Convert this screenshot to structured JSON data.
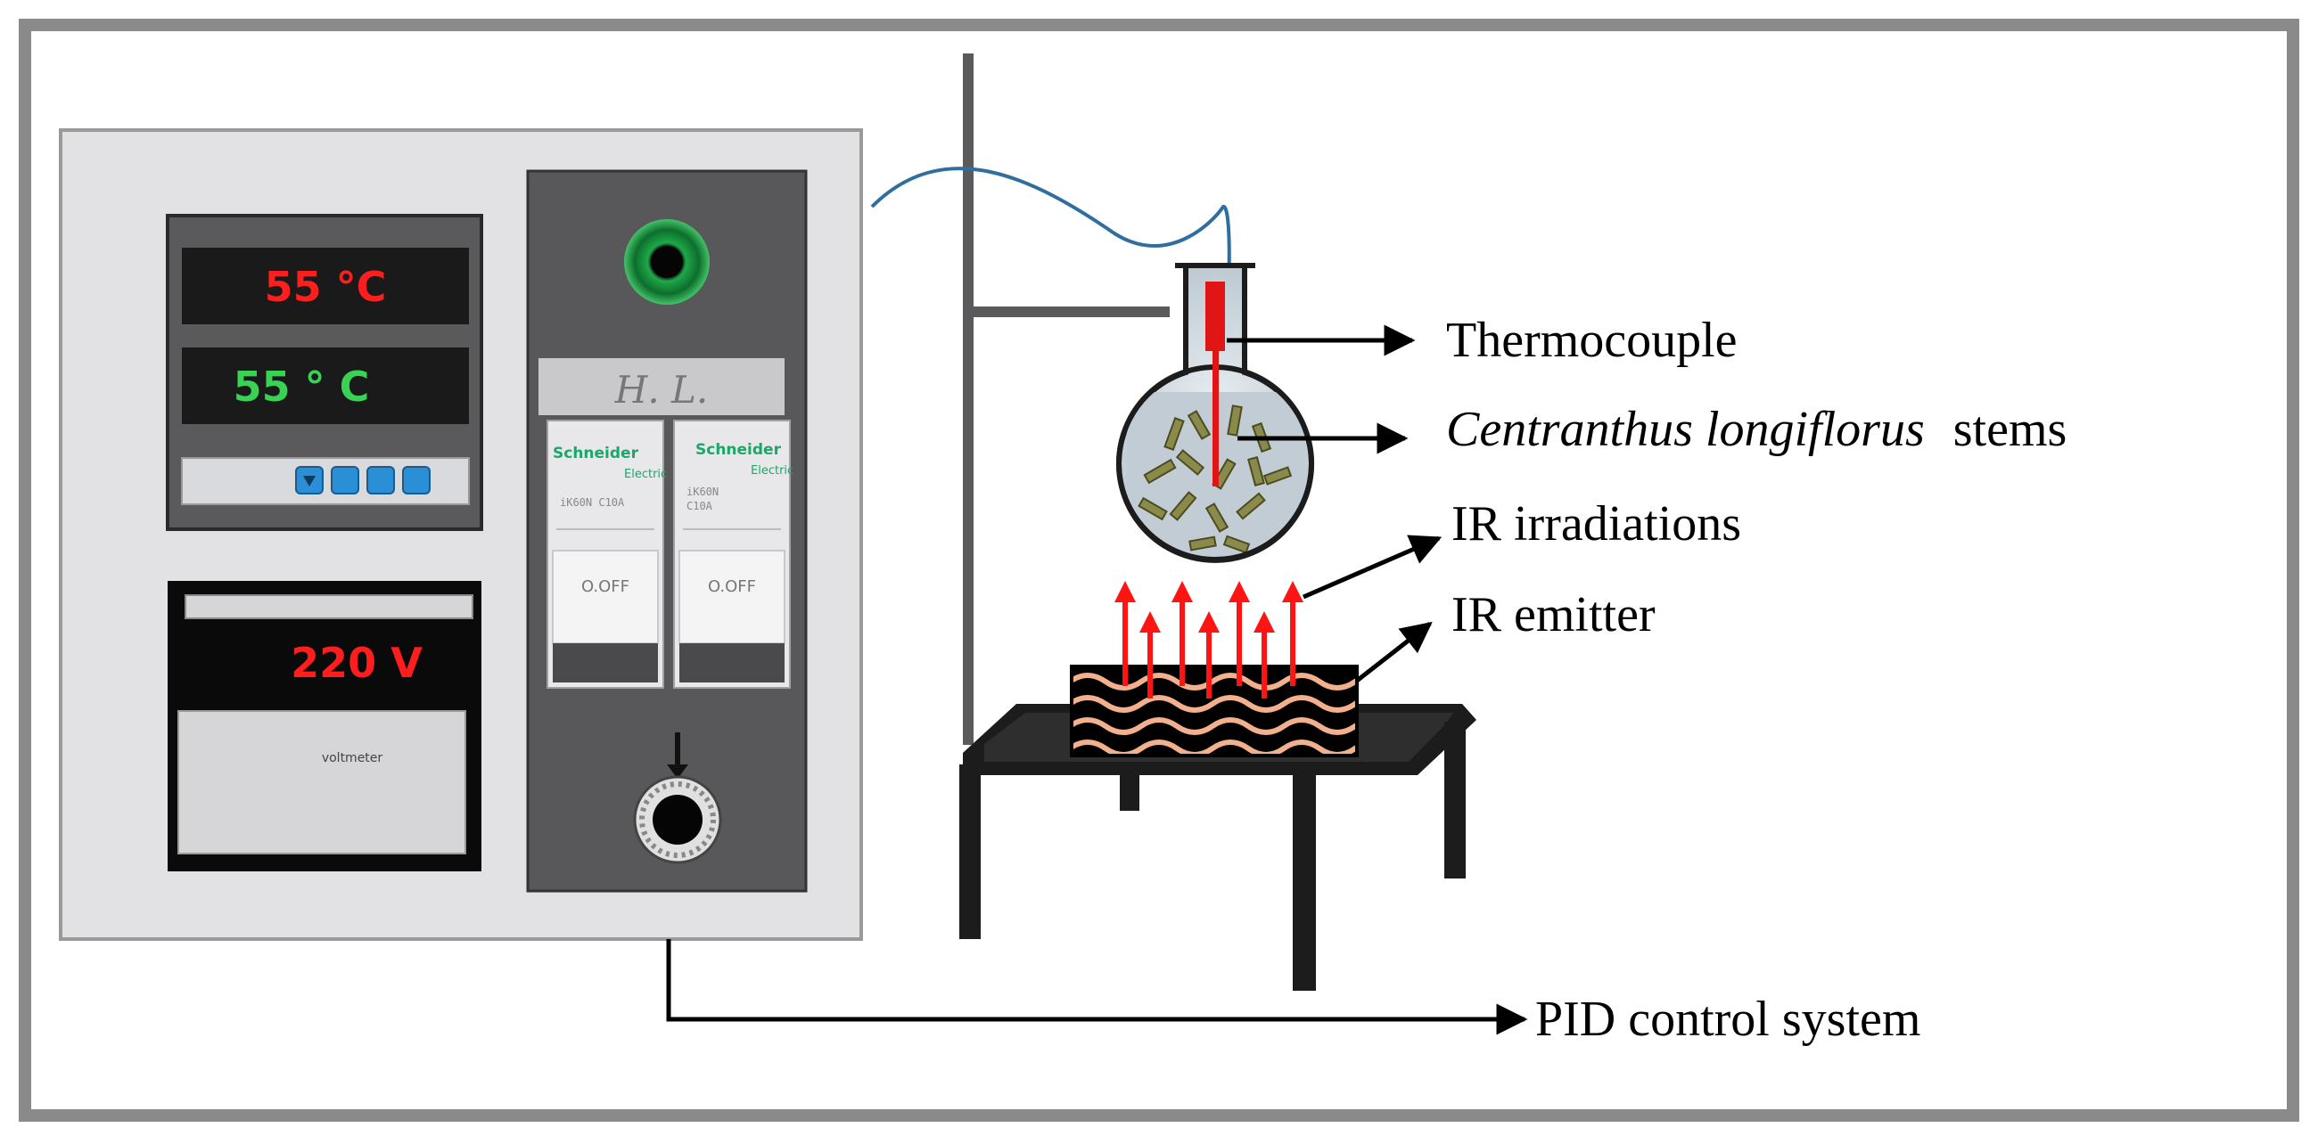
{
  "panel": {
    "display_top": "55 °C",
    "display_bottom": "55 ° C",
    "voltmeter_reading": "220 V",
    "voltmeter_label": "voltmeter",
    "breaker_header": "H.   L.",
    "breakers": [
      {
        "brand": "Schneider",
        "brand_sub": "Electric",
        "rating_line1": "iK60N  C10A",
        "rating_line2": "",
        "switch": "O.OFF"
      },
      {
        "brand": "Schneider",
        "brand_sub": "Electric",
        "rating_line1": "iK60N",
        "rating_line2": "C10A",
        "switch": "O.OFF"
      }
    ]
  },
  "labels": {
    "thermocouple": "Thermocouple",
    "stems_italic": "Centranthus longiflorus",
    "stems_plain": "stems",
    "ir_irradiations": "IR irradiations",
    "ir_emitter": "IR emitter",
    "pid": "PID control system"
  },
  "colors": {
    "frame": "#8a8a8a",
    "panel_bg": "#e2e2e4",
    "display_red": "#ff1e1e",
    "display_green": "#39d353",
    "arrow_red": "#ff1414",
    "emitter_wave": "#f3b08c",
    "cable": "#2f6e9e"
  }
}
